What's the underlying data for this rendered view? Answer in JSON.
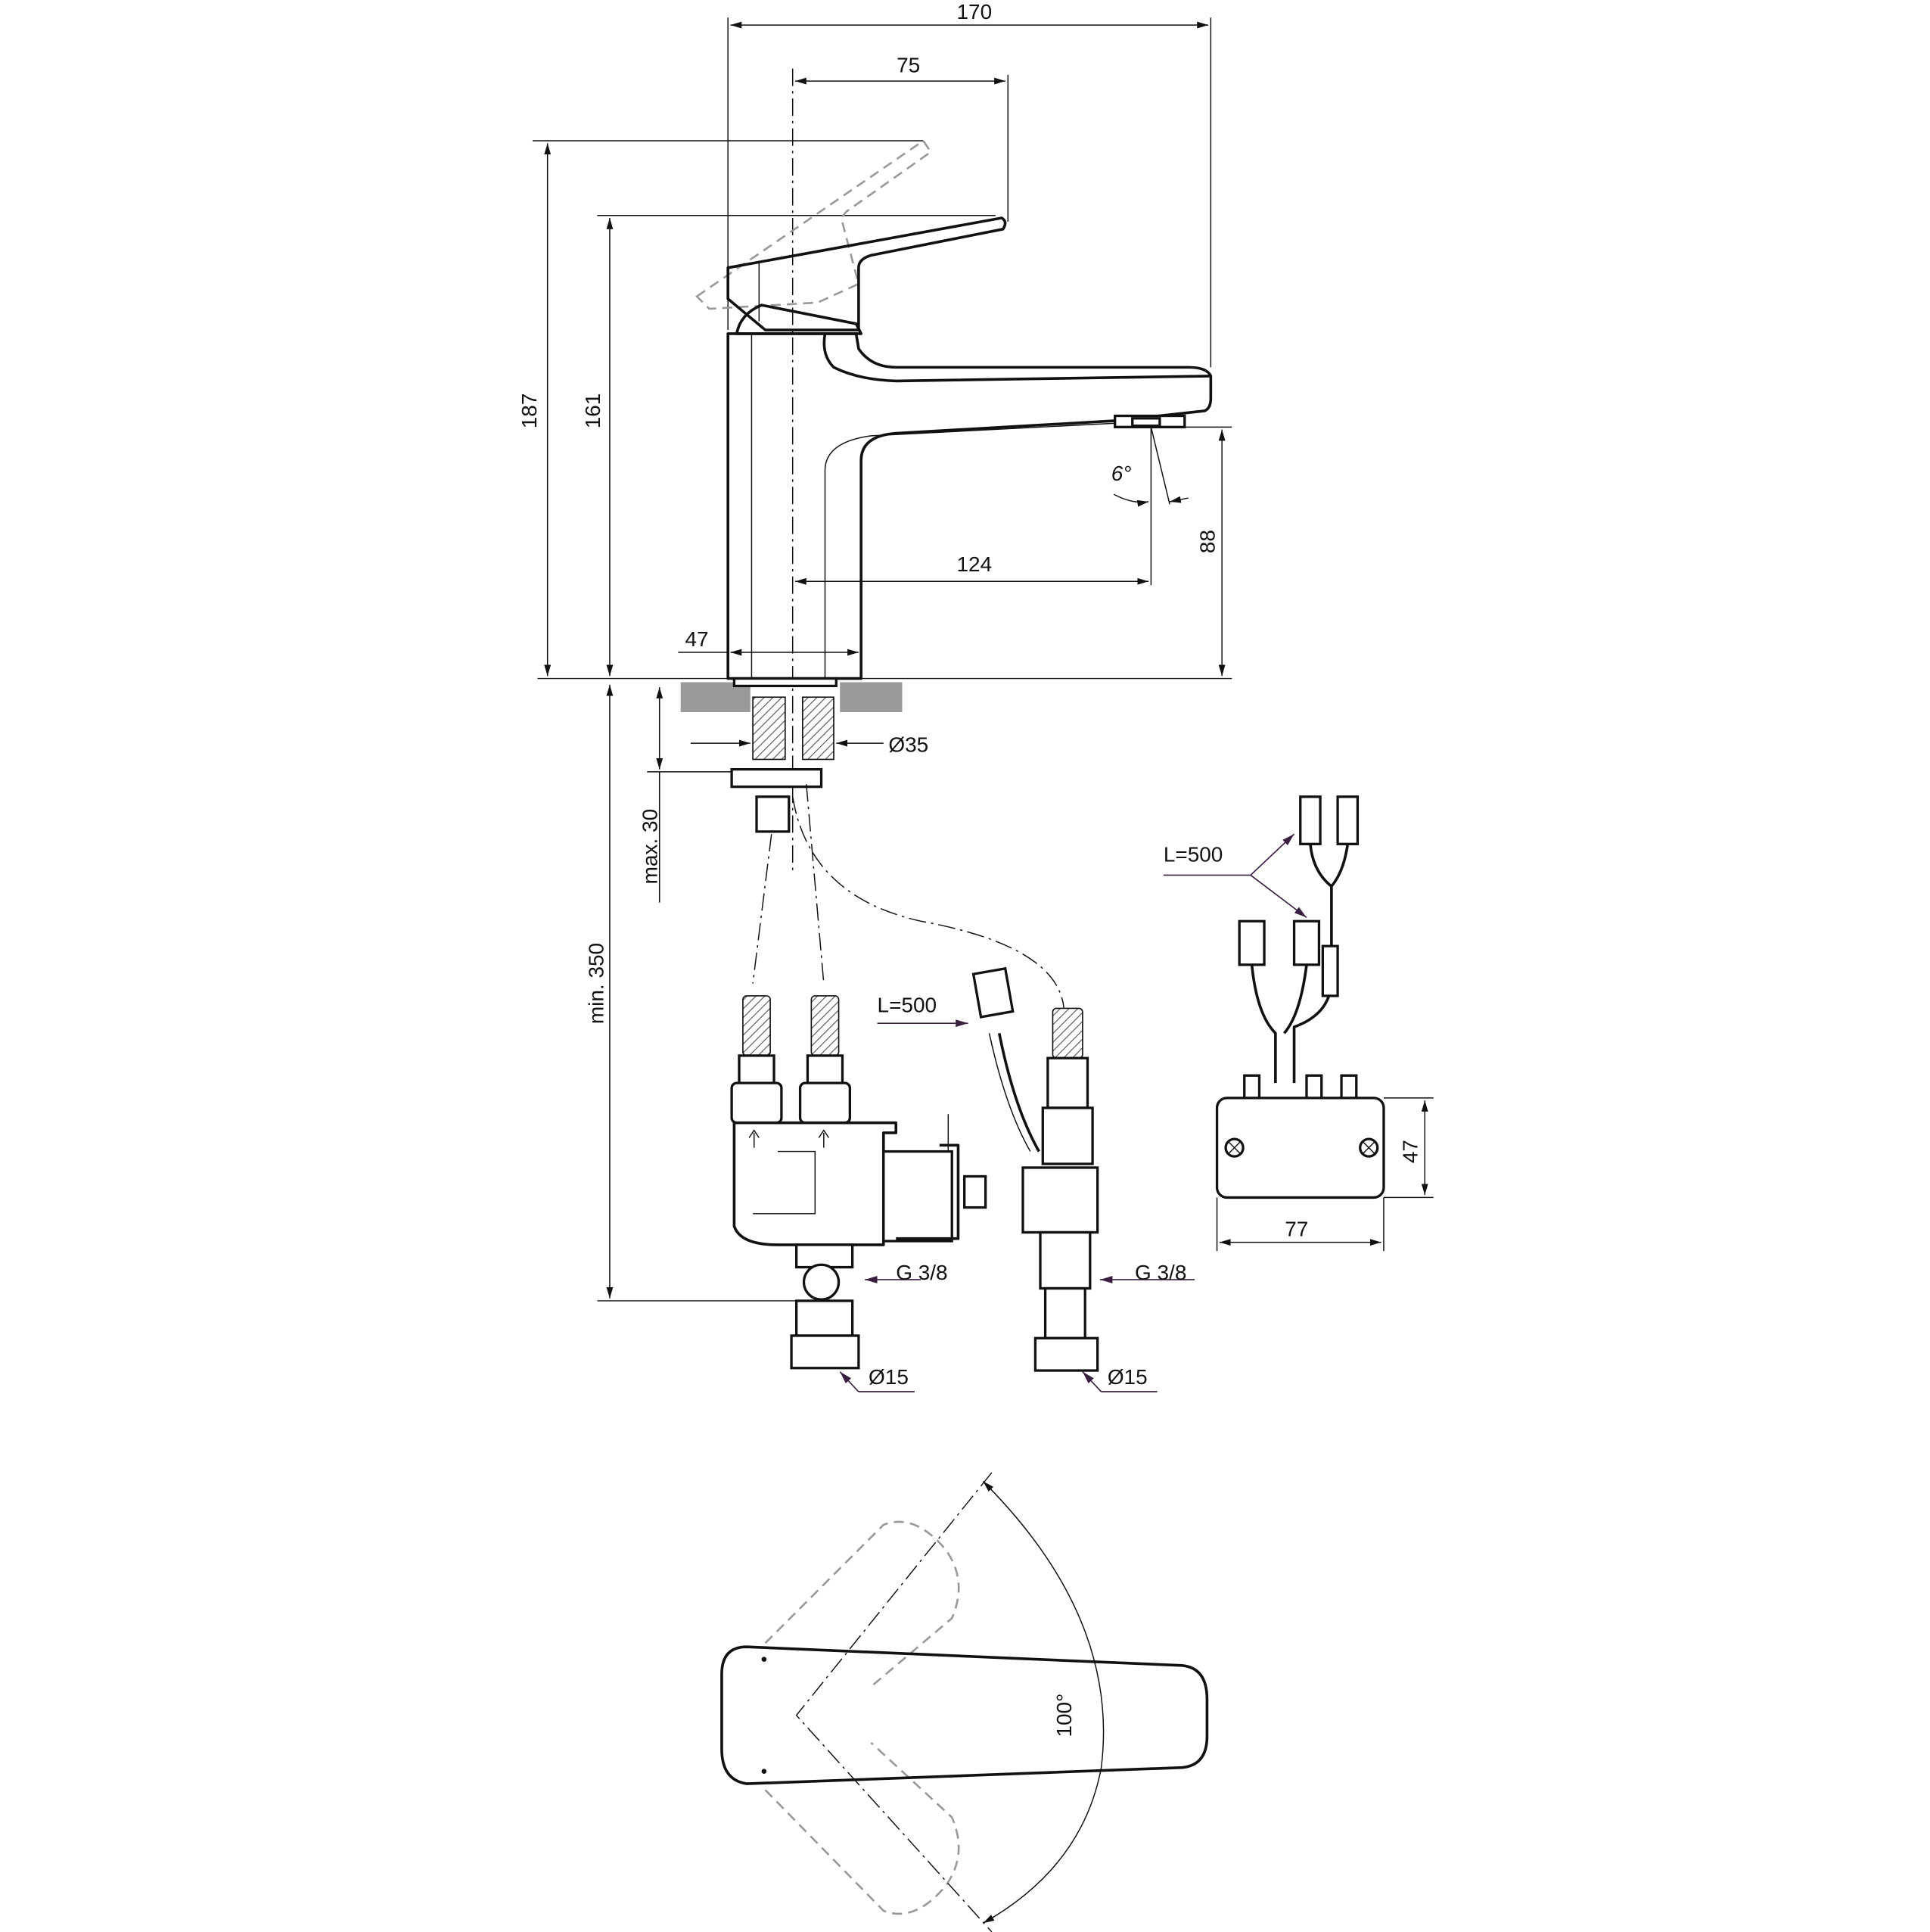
{
  "side_view": {
    "dim_overall_width": "170",
    "dim_handle_reach": "75",
    "dim_total_height": "187",
    "dim_handle_height": "161",
    "dim_spout_angle": "6°",
    "dim_spout_height": "88",
    "dim_spout_reach": "124",
    "dim_body_width": "47",
    "dim_hole_diameter": "Ø35",
    "dim_counter_thickness": "max. 30",
    "dim_min_below": "min. 350"
  },
  "valve_assembly": {
    "cable_length": "L=500",
    "thread_left": "G 3/8",
    "pipe_left": "Ø15",
    "thread_right": "G 3/8",
    "pipe_right": "Ø15"
  },
  "control_box": {
    "cable_length": "L=500",
    "height": "47",
    "width": "77"
  },
  "top_view": {
    "rotation_angle": "100°"
  }
}
